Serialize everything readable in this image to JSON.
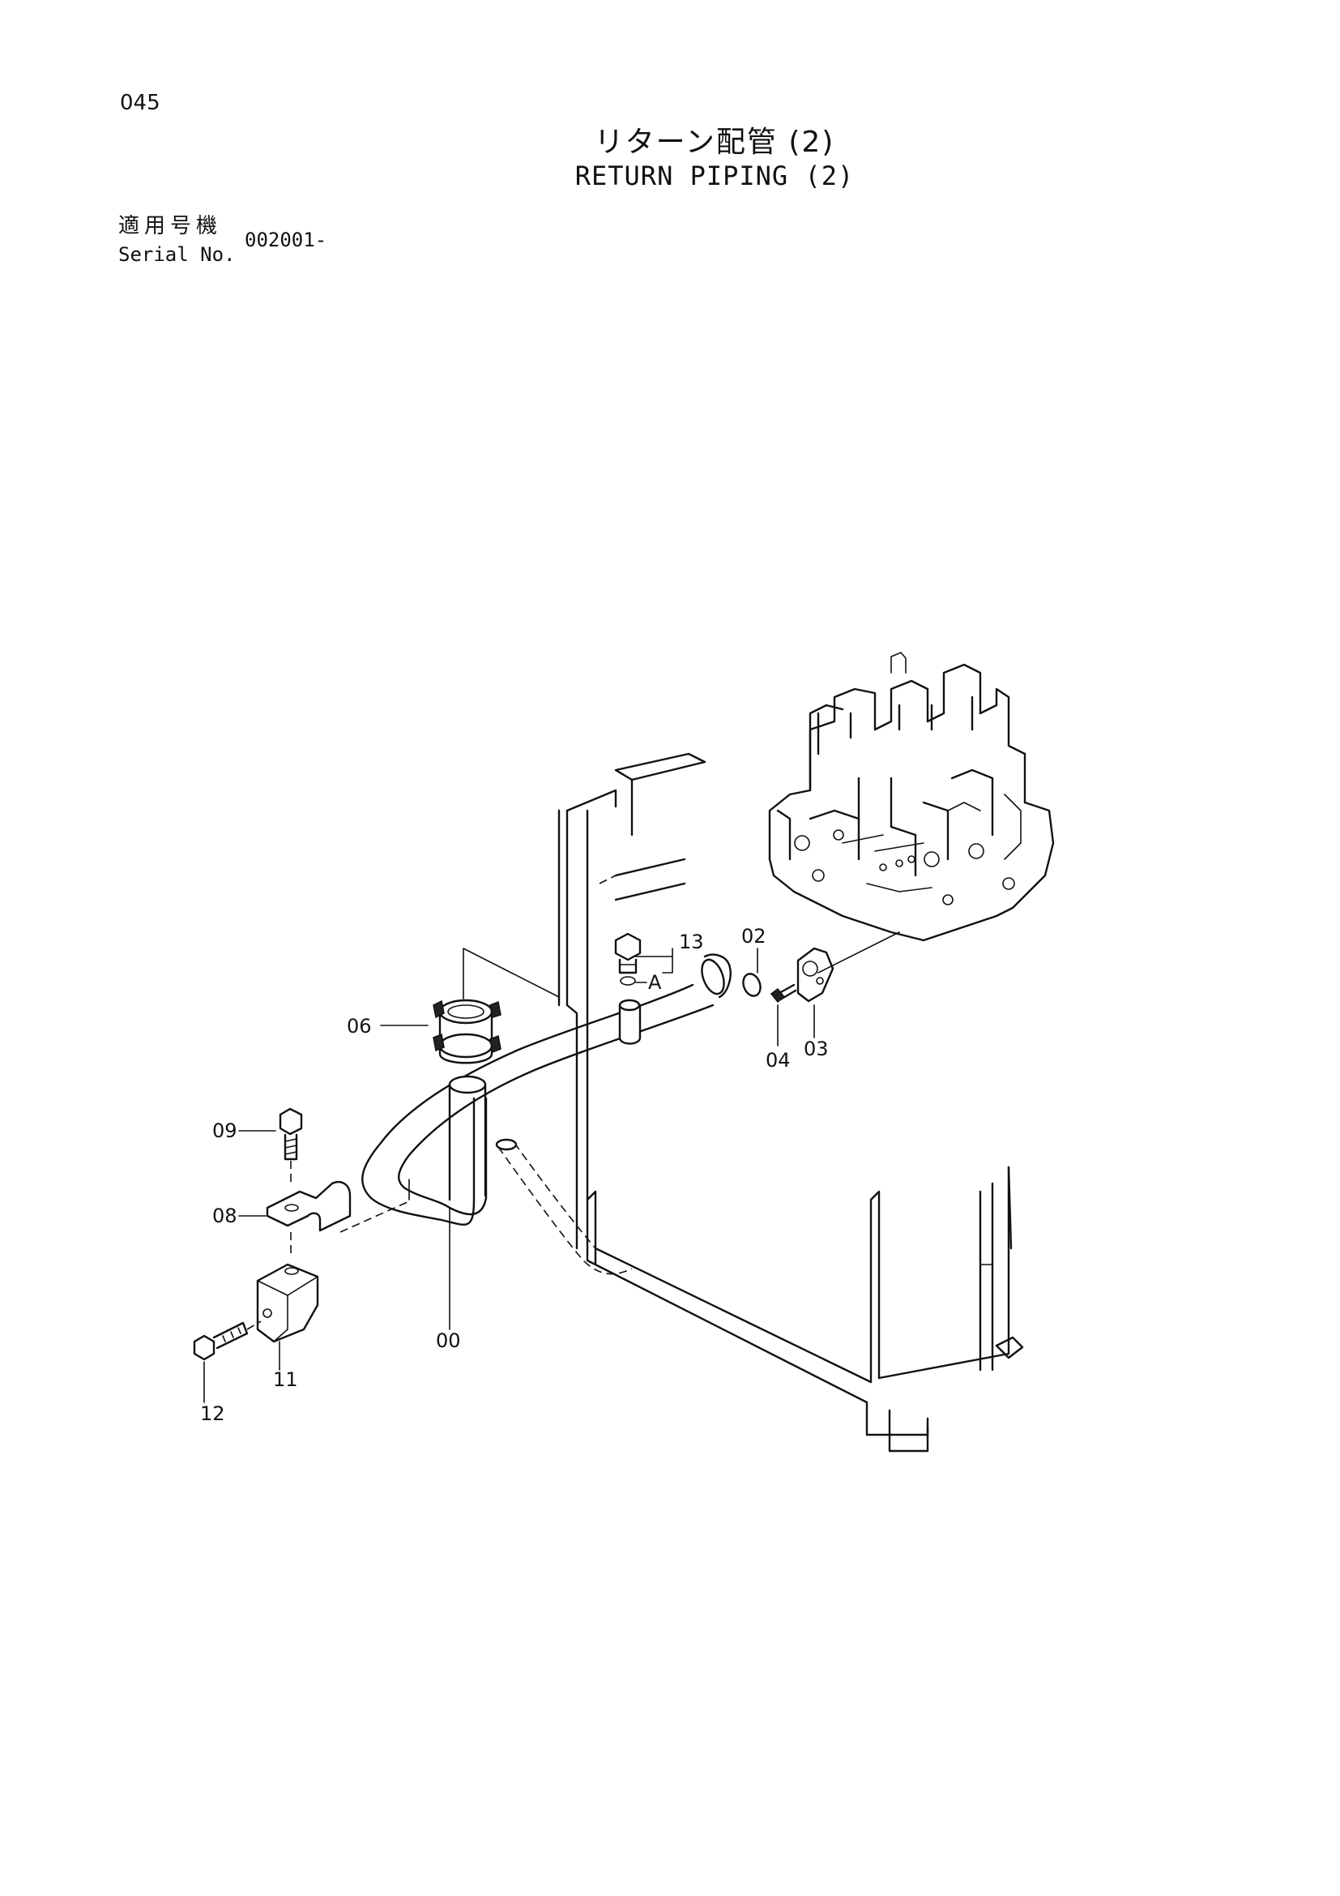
{
  "header": {
    "page_number": "045",
    "title_jp": "リターン配管 (2)",
    "title_en": "RETURN PIPING (2)",
    "serial_label_jp": "適用号機",
    "serial_label_en": "Serial No.",
    "serial_value": "002001-"
  },
  "callouts": {
    "p00": "00",
    "p02": "02",
    "p03": "03",
    "p04": "04",
    "p06": "06",
    "p08": "08",
    "p09": "09",
    "p11": "11",
    "p12": "12",
    "p13": "13",
    "groupA": "A"
  }
}
